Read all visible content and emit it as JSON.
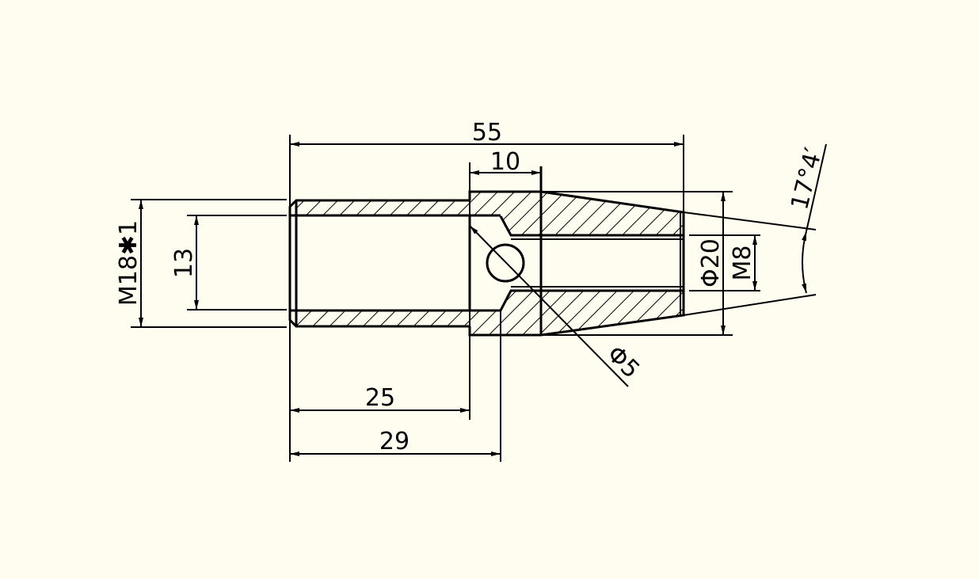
{
  "drawing": {
    "background_color": "#fffcf0",
    "line_color": "#000000",
    "dimensions": {
      "overall_length": "55",
      "middle_width": "10",
      "thread_length": "25",
      "bore_depth": "29",
      "thread_spec": "M18✱1",
      "bore_diameter": "13",
      "outer_diameter": "Φ20",
      "inner_thread": "M8",
      "ball_diameter": "Φ5",
      "taper_angle": "17°4′"
    }
  }
}
